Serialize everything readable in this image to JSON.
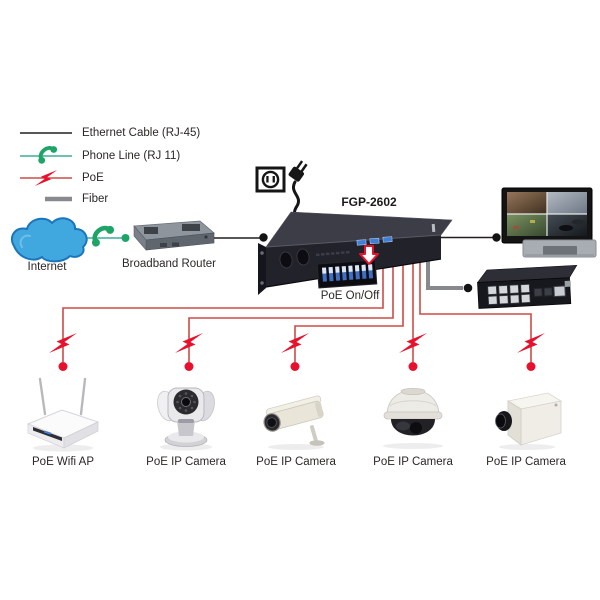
{
  "legend": {
    "items": [
      {
        "label": "Ethernet Cable (RJ-45)",
        "icon": "ethernet-line-icon",
        "color": "#231F20"
      },
      {
        "label": "Phone Line (RJ 11)",
        "icon": "phone-handset-icon",
        "color": "#3FAE9C"
      },
      {
        "label": "PoE",
        "icon": "lightning-bolt-icon",
        "color": "#E8112D"
      },
      {
        "label": "Fiber",
        "icon": "fiber-line-icon",
        "color": "#87898C"
      }
    ]
  },
  "nodes": {
    "internet": {
      "label": "Internet",
      "icon": "cloud-icon"
    },
    "router": {
      "label": "Broadband Router",
      "icon": "router-icon"
    },
    "poe_switch": {
      "label": "FGP-2602",
      "icon": "rackmount-switch-icon"
    },
    "dip_switch": {
      "label": "PoE On/Off",
      "icon": "dip-switch-icon"
    },
    "monitor": {
      "icon": "surveillance-monitor-icon"
    },
    "fiber_switch": {
      "icon": "8-port-switch-icon"
    },
    "power": {
      "icon": "power-outlet-plug-icon"
    },
    "devices": [
      {
        "label": "PoE Wifi AP",
        "type": "wifi-ap"
      },
      {
        "label": "PoE IP Camera",
        "type": "ptz-camera"
      },
      {
        "label": "PoE IP Camera",
        "type": "bullet-camera"
      },
      {
        "label": "PoE IP Camera",
        "type": "dome-camera"
      },
      {
        "label": "PoE IP Camera",
        "type": "box-camera"
      }
    ]
  },
  "connections": [
    {
      "from": "internet",
      "to": "router",
      "type": "phone-line"
    },
    {
      "from": "router",
      "to": "poe_switch",
      "type": "ethernet"
    },
    {
      "from": "poe_switch",
      "to": "monitor",
      "type": "ethernet"
    },
    {
      "from": "poe_switch",
      "to": "fiber_switch",
      "type": "fiber"
    },
    {
      "from": "poe_switch",
      "to": "poe-wifi-ap",
      "type": "poe"
    },
    {
      "from": "poe_switch",
      "to": "ptz-camera",
      "type": "poe"
    },
    {
      "from": "poe_switch",
      "to": "bullet-camera",
      "type": "poe"
    },
    {
      "from": "poe_switch",
      "to": "dome-camera",
      "type": "poe"
    },
    {
      "from": "poe_switch",
      "to": "box-camera",
      "type": "poe"
    }
  ],
  "colors": {
    "poe_red": "#E8112D",
    "poe_line_red": "#CE4B47",
    "phone_teal": "#3FAE9C",
    "handset_green": "#1FA468",
    "fiber_gray": "#87898C",
    "ethernet_black": "#231F20",
    "cloud_blue": "#41A8DF"
  }
}
